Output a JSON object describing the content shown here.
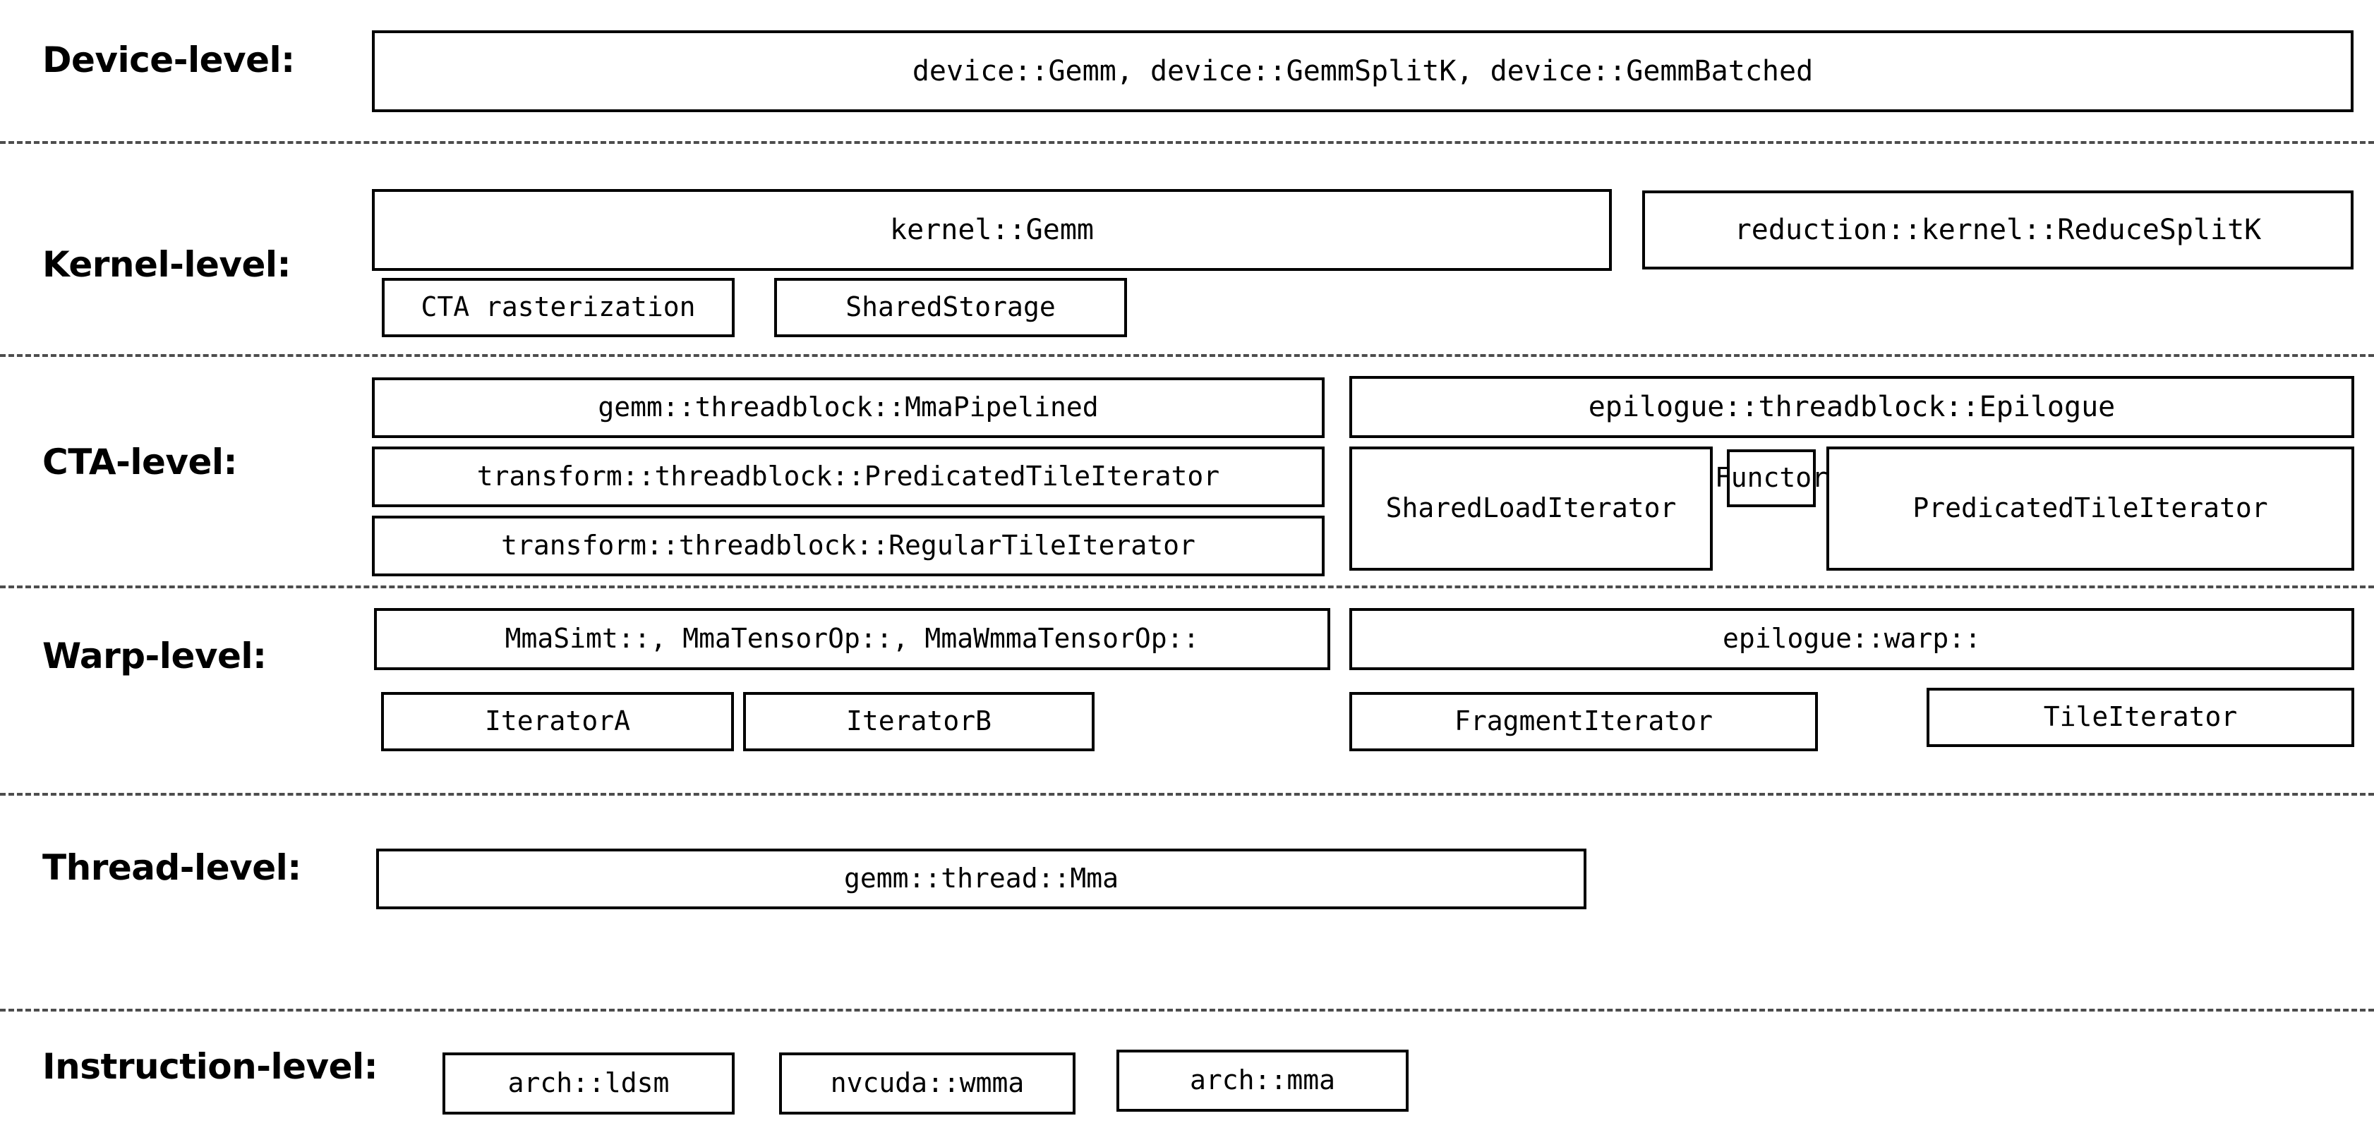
{
  "title": "CUTLASS GEMM hierarchy levels",
  "colors": {
    "stroke": "#000000",
    "background": "#ffffff",
    "divider": "#4d4d4d"
  },
  "levels": [
    {
      "id": "device",
      "label": "Device-level:",
      "nodes": [
        {
          "id": "device-gemm",
          "label": "device::Gemm, device::GemmSplitK, device::GemmBatched"
        }
      ]
    },
    {
      "id": "kernel",
      "label": "Kernel-level:",
      "nodes": [
        {
          "id": "kernel-gemm",
          "label": "kernel::Gemm"
        },
        {
          "id": "reduction-kernel-reducesplitk",
          "label": "reduction::kernel::ReduceSplitK"
        },
        {
          "id": "cta-rasterization",
          "label": "CTA rasterization"
        },
        {
          "id": "shared-storage",
          "label": "SharedStorage"
        }
      ]
    },
    {
      "id": "cta",
      "label": "CTA-level:",
      "nodes": [
        {
          "id": "gemm-threadblock-mmapipelined",
          "label": "gemm::threadblock::MmaPipelined"
        },
        {
          "id": "transform-threadblock-predicatedtileiterator",
          "label": "transform::threadblock::PredicatedTileIterator"
        },
        {
          "id": "transform-threadblock-regulartileiterator",
          "label": "transform::threadblock::RegularTileIterator"
        },
        {
          "id": "epilogue-threadblock-epilogue",
          "label": "epilogue::threadblock::Epilogue"
        },
        {
          "id": "shared-load-iterator",
          "label": "SharedLoadIterator"
        },
        {
          "id": "functor",
          "label": "Functor"
        },
        {
          "id": "predicated-tile-iterator",
          "label": "PredicatedTileIterator"
        }
      ]
    },
    {
      "id": "warp",
      "label": "Warp-level:",
      "nodes": [
        {
          "id": "mma-ops",
          "label": "MmaSimt::, MmaTensorOp::, MmaWmmaTensorOp::"
        },
        {
          "id": "epilogue-warp",
          "label": "epilogue::warp::"
        },
        {
          "id": "iterator-a",
          "label": "IteratorA"
        },
        {
          "id": "iterator-b",
          "label": "IteratorB"
        },
        {
          "id": "fragment-iterator",
          "label": "FragmentIterator"
        },
        {
          "id": "tile-iterator",
          "label": "TileIterator"
        }
      ]
    },
    {
      "id": "thread",
      "label": "Thread-level:",
      "nodes": [
        {
          "id": "gemm-thread-mma",
          "label": "gemm::thread::Mma"
        }
      ]
    },
    {
      "id": "instruction",
      "label": "Instruction-level:",
      "nodes": [
        {
          "id": "arch-ldsm",
          "label": "arch::ldsm"
        },
        {
          "id": "nvcuda-wmma",
          "label": "nvcuda::wmma"
        },
        {
          "id": "arch-mma",
          "label": "arch::mma"
        }
      ]
    }
  ]
}
